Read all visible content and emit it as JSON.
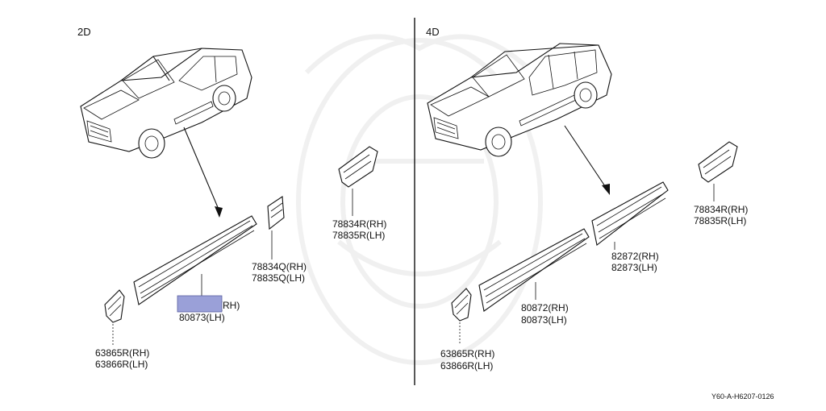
{
  "sections": {
    "left": "2D",
    "right": "4D"
  },
  "labels": {
    "left_rear_molding": [
      "78834R(RH)",
      "78835R(LH)"
    ],
    "left_front_molding": [
      "78834Q(RH)",
      "78835Q(LH)"
    ],
    "left_door_molding": [
      "(RH)",
      "80873(LH)"
    ],
    "left_fender_molding": [
      "63865R(RH)",
      "63866R(LH)"
    ],
    "right_rear_molding": [
      "78834R(RH)",
      "78835R(LH)"
    ],
    "right_rear_door_molding": [
      "82872(RH)",
      "82873(LH)"
    ],
    "right_front_door_molding": [
      "80872(RH)",
      "80873(LH)"
    ],
    "right_fender_molding": [
      "63865R(RH)",
      "63866R(LH)"
    ]
  },
  "highlight_color": "#9aa0d8",
  "reference": "Y60-A-H6207-0126"
}
